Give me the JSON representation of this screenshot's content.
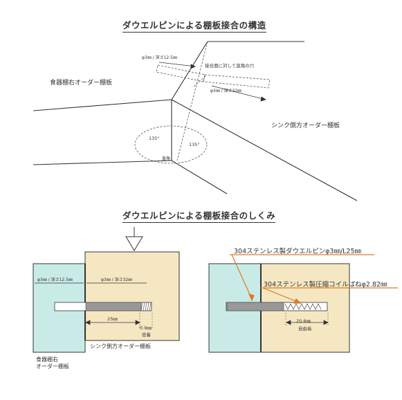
{
  "diagram1": {
    "title": "ダウエルピンによる棚板接合の構造",
    "left_shelf": "食器棚右オーダー棚板",
    "right_shelf": "シンク側方オーダー棚板",
    "hole_label_left": "φ3㎜ / 深さ12.5㎜",
    "hole_note": "接合面に対して直角の穴",
    "hole_label_right": "φ3㎜ / 深さ32㎜",
    "angle_left": "135°",
    "angle_right": "135°",
    "right_angle": "直角"
  },
  "diagram2": {
    "title": "ダウエルピンによる棚板接合のしくみ",
    "left_board_label_1": "食器棚右",
    "left_board_label_2": "オーダー棚板",
    "right_board_label": "シンク側方オーダー棚板",
    "dim_left": "φ3㎜ / 深さ12.5㎜",
    "dim_right": "φ3㎜ / 深さ32㎜",
    "length_label": "25㎜",
    "gap_label": "0.9㎜",
    "gap_sub": "密着"
  },
  "diagram3": {
    "pin_label": "304ステンレス製ダウエルピンφ3㎜/L25㎜",
    "spring_label": "304ステンレス製圧縮コイルばねφ2.82㎜",
    "free_length": "20.6㎜",
    "free_length_sub": "自由長"
  }
}
